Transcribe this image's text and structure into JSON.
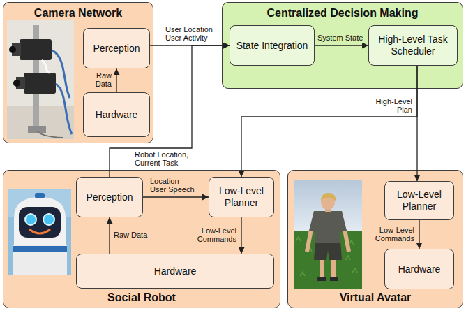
{
  "diagram": {
    "nodes": [
      {
        "text": [
          "Camera Network"
        ]
      },
      {
        "text": [
          "Perception"
        ],
        "in": 0
      },
      {
        "text": [
          "Hardware"
        ],
        "in": 0
      },
      {
        "text": [
          "Centralized Decision Making"
        ]
      },
      {
        "text": [
          "State Integration"
        ],
        "in": 3
      },
      {
        "text": [
          "High-Level Task Scheduler"
        ],
        "in": 3
      },
      {
        "text": [
          "Social Robot"
        ]
      },
      {
        "text": [
          "Perception"
        ],
        "in": 6
      },
      {
        "text": [
          "Low-Level Planner"
        ],
        "in": 6
      },
      {
        "text": [
          "Hardware"
        ],
        "in": 6
      },
      {
        "text": [
          "Virtual Avatar"
        ]
      },
      {
        "text": [
          "Low-Level Planner"
        ],
        "in": 10
      },
      {
        "text": [
          "Hardware"
        ],
        "in": 10
      }
    ],
    "edges": [
      {
        "from": 2,
        "to": 1,
        "arrow": "to",
        "label": "Raw Data"
      },
      {
        "from": 1,
        "to": 4,
        "arrow": "to",
        "label": "User Location User Activity"
      },
      {
        "from": 4,
        "to": 5,
        "arrow": "to",
        "label": "System State"
      },
      {
        "from": 7,
        "to": 4,
        "arrow": "to",
        "label": "Robot Location, Current Task"
      },
      {
        "from": 5,
        "to": 8,
        "arrow": "to"
      },
      {
        "from": 5,
        "to": 11,
        "arrow": "to",
        "label": "High-Level Plan"
      },
      {
        "from": 9,
        "to": 7,
        "arrow": "to",
        "label": "Raw Data"
      },
      {
        "from": 7,
        "to": 8,
        "arrow": "to",
        "label": "Location User Speech"
      },
      {
        "from": 8,
        "to": 9,
        "arrow": "to",
        "label": "Low-Level Commands"
      },
      {
        "from": 11,
        "to": 12,
        "arrow": "to",
        "label": "Low-Level Commands"
      }
    ]
  }
}
